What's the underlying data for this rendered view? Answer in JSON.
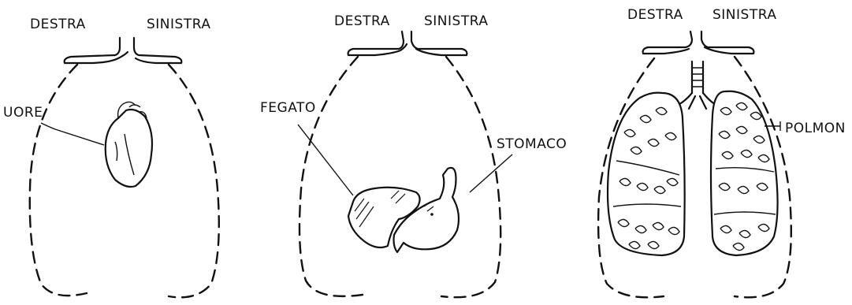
{
  "panels": [
    {
      "label_right": "DESTRA",
      "label_left": "SINISTRA",
      "organ_label": "UORE"
    },
    {
      "label_right": "DESTRA",
      "label_left": "SINISTRA",
      "organ_label_1": "FEGATO",
      "organ_label_2": "STOMACO"
    },
    {
      "label_right": "DESTRA",
      "label_left": "SINISTRA",
      "organ_label": "POLMON"
    }
  ],
  "colors": {
    "ink": "#111111",
    "background": "#ffffff"
  }
}
